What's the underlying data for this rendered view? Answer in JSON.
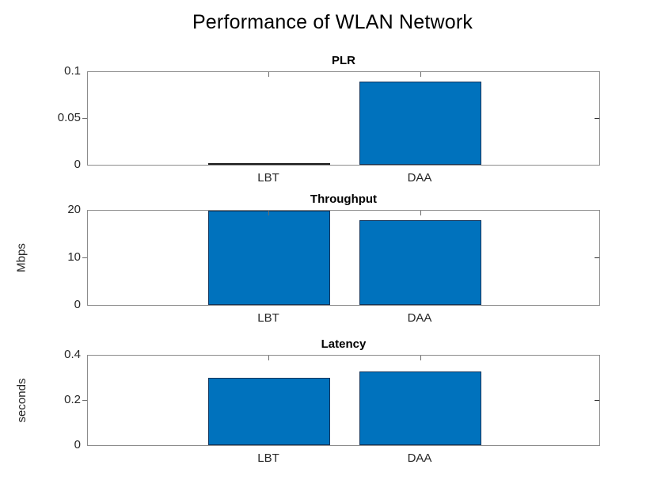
{
  "figure": {
    "title": "Performance of WLAN Network",
    "background": "#ffffff",
    "bar_color": "#0072bd",
    "axis_color": "#8c8c8c",
    "text_color": "#262626"
  },
  "chart_data": [
    {
      "type": "bar",
      "title": "PLR",
      "categories": [
        "LBT",
        "DAA"
      ],
      "values": [
        0.001,
        0.09
      ],
      "xlabel": "",
      "ylabel": "",
      "ylim": [
        0,
        0.1
      ],
      "yticks": [
        "0",
        "0.05",
        "0.1"
      ],
      "ytickvalues": [
        0,
        0.05,
        0.1
      ],
      "grid": false,
      "legend": null
    },
    {
      "type": "bar",
      "title": "Throughput",
      "categories": [
        "LBT",
        "DAA"
      ],
      "values": [
        20,
        18
      ],
      "xlabel": "",
      "ylabel": "Mbps",
      "ylim": [
        0,
        20
      ],
      "yticks": [
        "0",
        "10",
        "20"
      ],
      "ytickvalues": [
        0,
        10,
        20
      ],
      "grid": false,
      "legend": null
    },
    {
      "type": "bar",
      "title": "Latency",
      "categories": [
        "LBT",
        "DAA"
      ],
      "values": [
        0.3,
        0.33
      ],
      "xlabel": "",
      "ylabel": "seconds",
      "ylim": [
        0,
        0.4
      ],
      "yticks": [
        "0",
        "0.2",
        "0.4"
      ],
      "ytickvalues": [
        0,
        0.2,
        0.4
      ],
      "grid": false,
      "legend": null
    }
  ]
}
